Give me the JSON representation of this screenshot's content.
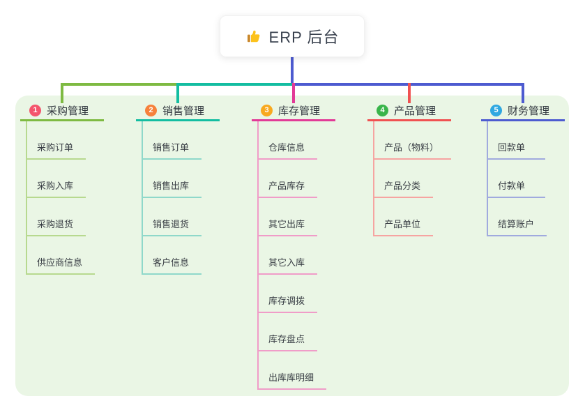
{
  "root": {
    "icon": "thumbs-up",
    "title": "ERP 后台"
  },
  "colors": {
    "panel_bg": "#eaf6e5",
    "root_line": "#4d5bd0",
    "icon_hand": "#fcc21d",
    "icon_cuff": "#c9872b"
  },
  "branches": [
    {
      "number": "1",
      "label": "采购管理",
      "badge_color": "#f4556c",
      "line_color": "#7eba42",
      "child_line_color": "#b7d98f",
      "children": [
        "采购订单",
        "采购入库",
        "采购退货",
        "供应商信息"
      ]
    },
    {
      "number": "2",
      "label": "销售管理",
      "badge_color": "#f6813b",
      "line_color": "#13bda1",
      "child_line_color": "#8fd8ca",
      "children": [
        "销售订单",
        "销售出库",
        "销售退货",
        "客户信息"
      ]
    },
    {
      "number": "3",
      "label": "库存管理",
      "badge_color": "#f8a91f",
      "line_color": "#e23a97",
      "child_line_color": "#f09cc8",
      "children": [
        "仓库信息",
        "产品库存",
        "其它出库",
        "其它入库",
        "库存调拨",
        "库存盘点",
        "出库库明细"
      ]
    },
    {
      "number": "4",
      "label": "产品管理",
      "badge_color": "#39b54a",
      "line_color": "#f05151",
      "child_line_color": "#f6a4a1",
      "children": [
        "产品（物料）",
        "产品分类",
        "产品单位"
      ]
    },
    {
      "number": "5",
      "label": "财务管理",
      "badge_color": "#2fa8e1",
      "line_color": "#4d5bd0",
      "child_line_color": "#a0aade",
      "children": [
        "回款单",
        "付款单",
        "结算账户"
      ]
    }
  ]
}
